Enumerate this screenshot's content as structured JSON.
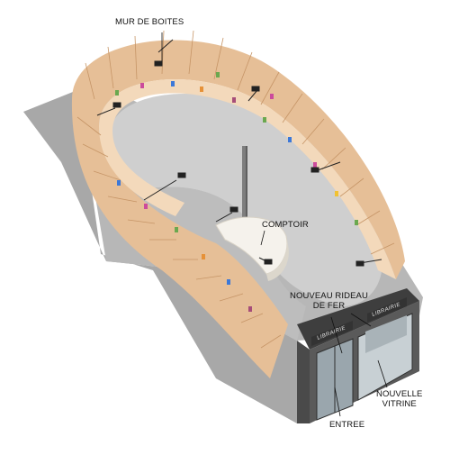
{
  "labels": {
    "mur_de_boites": "MUR DE BOITES",
    "comptoir": "COMPTOIR",
    "nouveau_rideau_line1": "NOUVEAU RIDEAU",
    "nouveau_rideau_line2": "DE FER",
    "nouvelle_vitrine_line1": "NOUVELLE",
    "nouvelle_vitrine_line2": "VITRINE",
    "entree": "ENTREE"
  },
  "signage": {
    "left_sign": "LIBRAIRIE",
    "right_sign": "LIBRAIRIE"
  },
  "colors": {
    "box_wood": "#e9c5a0",
    "box_shadow": "#c99a6e",
    "floor": "#a9a9a9",
    "inner_floor": "#c9c9c9",
    "facade": "#3d3d3d",
    "counter": "#f4f1ea"
  }
}
